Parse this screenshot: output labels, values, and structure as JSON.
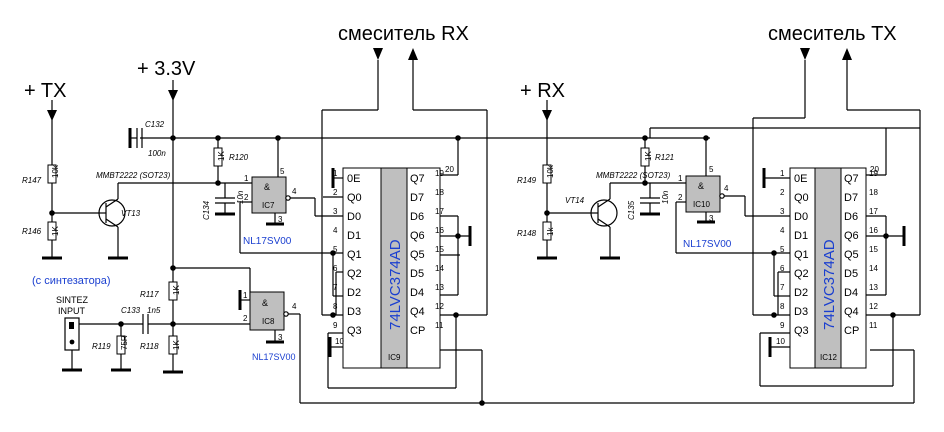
{
  "labels": {
    "tx_power": "+ TX",
    "v33": "+ 3.3V",
    "rx_power": "+ RX",
    "mixer_rx": "смеситель RX",
    "mixer_tx": "смеситель TX",
    "from_synth": "(с синтезатора)",
    "sintez_1": "SINTEZ",
    "sintez_2": "INPUT"
  },
  "components": {
    "c132": "C132",
    "c132_val": "100n",
    "r120": "R120",
    "r147": "R147",
    "r146": "R146",
    "vt13": "VT13",
    "vt13_type": "MMBT2222 (SOT23)",
    "c134": "C134",
    "c134_val": "10n",
    "r117": "R117",
    "r118": "R118",
    "r119": "R119",
    "c133": "C133",
    "c133_val": "1n5",
    "r121": "R121",
    "r149": "R149",
    "r148": "R148",
    "vt14": "VT14",
    "vt14_type": "MMBT2222 (SOT23)",
    "c135": "C135",
    "c135_val": "10n",
    "rv_1k": "1K",
    "rv_10k": "10k",
    "rv_75r": "75R",
    "rv_1k_b": "1k"
  },
  "gates": {
    "ic7": "IC7",
    "ic8": "IC8",
    "ic10": "IC10",
    "amp": "&",
    "type": "NL17SV00"
  },
  "chips": {
    "part": "74LVC374AD",
    "ic9": "IC9",
    "ic12": "IC12",
    "left_pins": [
      "0E",
      "Q0",
      "D0",
      "D1",
      "Q1",
      "Q2",
      "D2",
      "D3",
      "Q3"
    ],
    "right_pins": [
      "Q7",
      "D7",
      "D6",
      "Q6",
      "Q5",
      "D5",
      "D4",
      "Q4",
      "CP"
    ],
    "left_nums": [
      "1",
      "2",
      "3",
      "4",
      "5",
      "6",
      "7",
      "8",
      "9"
    ],
    "right_nums": [
      "19",
      "18",
      "17",
      "16",
      "15",
      "14",
      "13",
      "12",
      "11"
    ],
    "vcc_pin": "20",
    "gnd_pin": "10"
  },
  "pins": {
    "p1": "1",
    "p2": "2",
    "p3": "3",
    "p4": "4",
    "p5": "5"
  }
}
